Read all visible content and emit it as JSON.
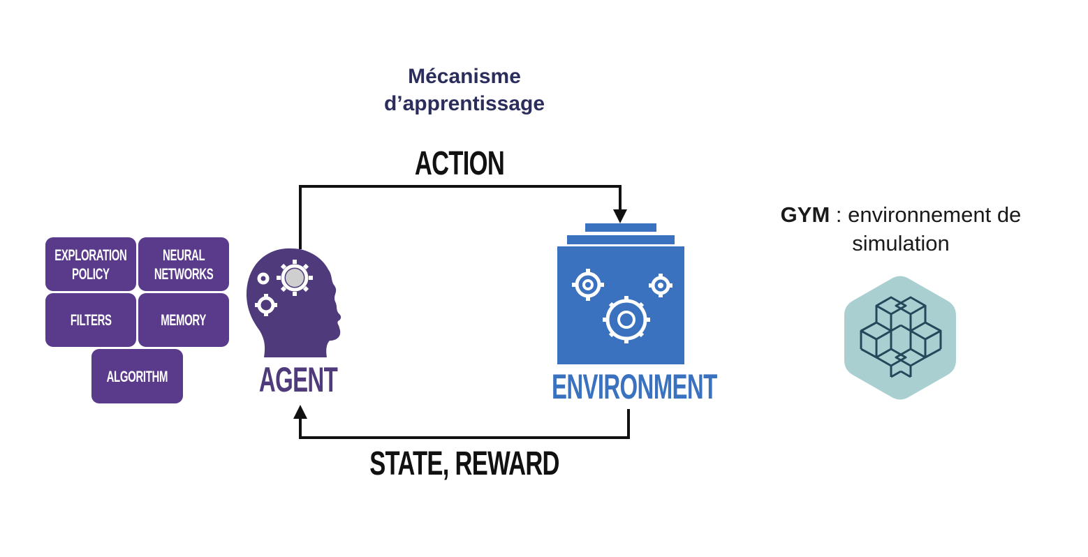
{
  "title": {
    "line1": "Mécanisme",
    "line2": "d’apprentissage"
  },
  "flow": {
    "action": "ACTION",
    "state_reward": "STATE, REWARD"
  },
  "agent_components": [
    "EXPLORATION\nPOLICY",
    "NEURAL\nNETWORKS",
    "FILTERS",
    "MEMORY",
    "ALGORITHM"
  ],
  "agent": {
    "label": "AGENT"
  },
  "environment": {
    "label": "ENVIRONMENT"
  },
  "gym": {
    "bold": "GYM",
    "rest": " : environnement de",
    "line2": "simulation"
  },
  "icons": [
    "head-gears-icon",
    "server-gears-icon",
    "gym-logo-icon",
    "arrow-down-icon",
    "arrow-up-icon"
  ],
  "colors": {
    "title": "#2b2d5c",
    "tiles": "#5a3a8a",
    "agent": "#4f3a7c",
    "environment": "#3a72bf",
    "gym_hex": "#a9cfd1",
    "gym_lines": "#24485a",
    "arrows": "#111111"
  }
}
